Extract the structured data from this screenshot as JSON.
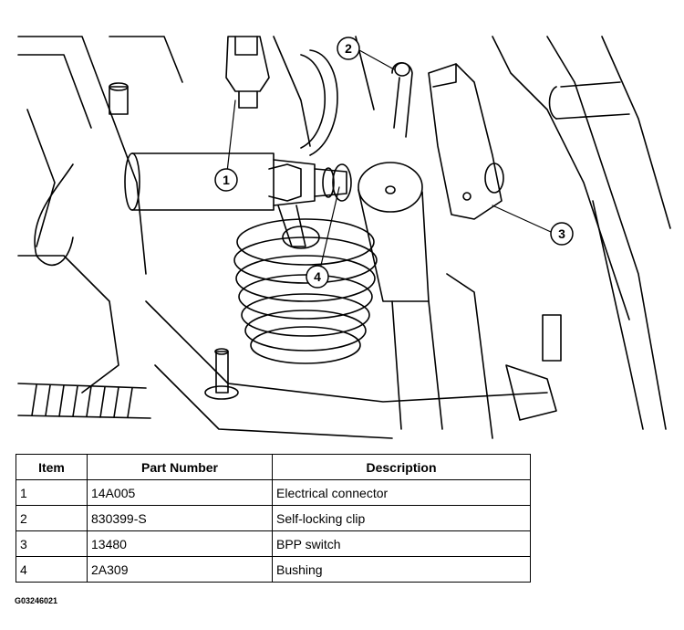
{
  "callouts": [
    "1",
    "2",
    "3",
    "4"
  ],
  "table": {
    "headers": [
      "Item",
      "Part Number",
      "Description"
    ],
    "rows": [
      {
        "item": "1",
        "part_number": "14A005",
        "description": "Electrical connector"
      },
      {
        "item": "2",
        "part_number": "830399-S",
        "description": "Self-locking clip"
      },
      {
        "item": "3",
        "part_number": "13480",
        "description": "BPP switch"
      },
      {
        "item": "4",
        "part_number": "2A309",
        "description": "Bushing"
      }
    ]
  },
  "figure_code": "G03246021"
}
